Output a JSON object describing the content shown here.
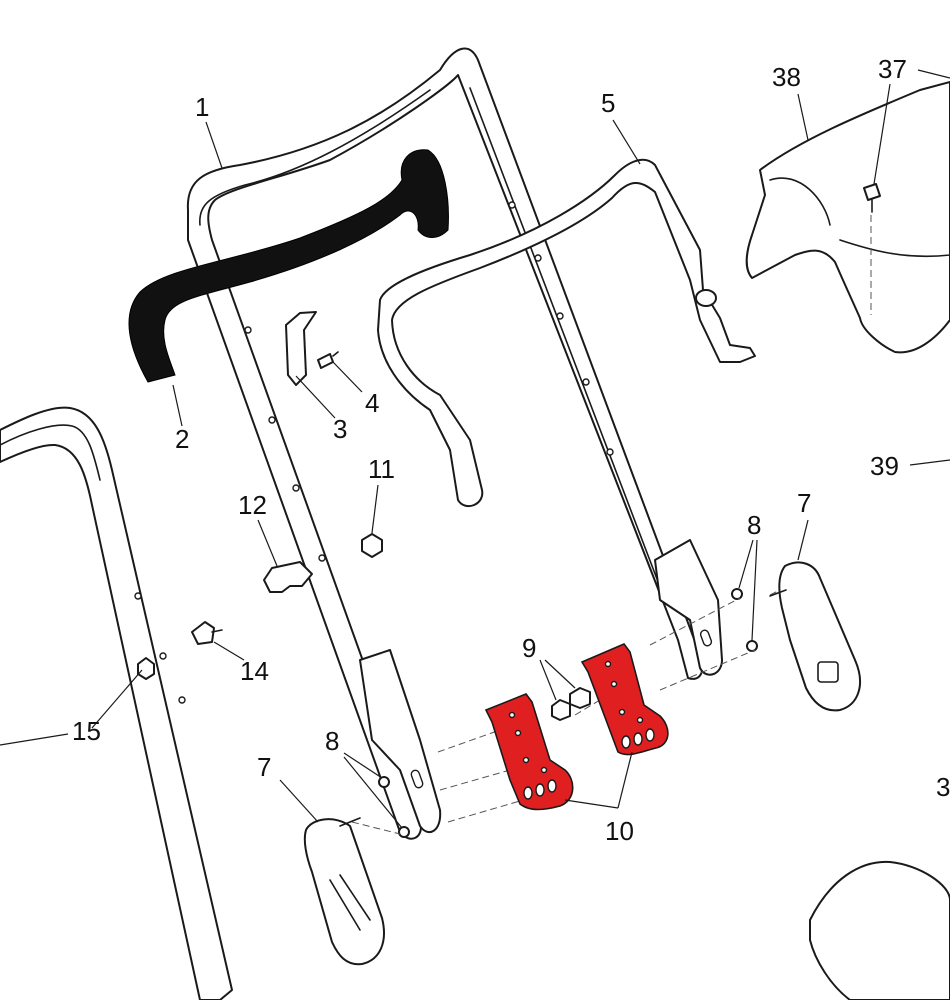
{
  "diagram": {
    "highlight_color": "#e02020",
    "line_color": "#1a1a1a",
    "callouts": [
      {
        "id": "c1",
        "text": "1"
      },
      {
        "id": "c2",
        "text": "2"
      },
      {
        "id": "c3",
        "text": "3"
      },
      {
        "id": "c4",
        "text": "4"
      },
      {
        "id": "c5",
        "text": "5"
      },
      {
        "id": "c7a",
        "text": "7"
      },
      {
        "id": "c7b",
        "text": "7"
      },
      {
        "id": "c8a",
        "text": "8"
      },
      {
        "id": "c8b",
        "text": "8"
      },
      {
        "id": "c9",
        "text": "9"
      },
      {
        "id": "c10",
        "text": "10"
      },
      {
        "id": "c11",
        "text": "11"
      },
      {
        "id": "c12",
        "text": "12"
      },
      {
        "id": "c14",
        "text": "14"
      },
      {
        "id": "c15",
        "text": "15"
      },
      {
        "id": "c37",
        "text": "37"
      },
      {
        "id": "c38",
        "text": "38"
      },
      {
        "id": "c39",
        "text": "39"
      },
      {
        "id": "c3b",
        "text": "3"
      }
    ]
  }
}
